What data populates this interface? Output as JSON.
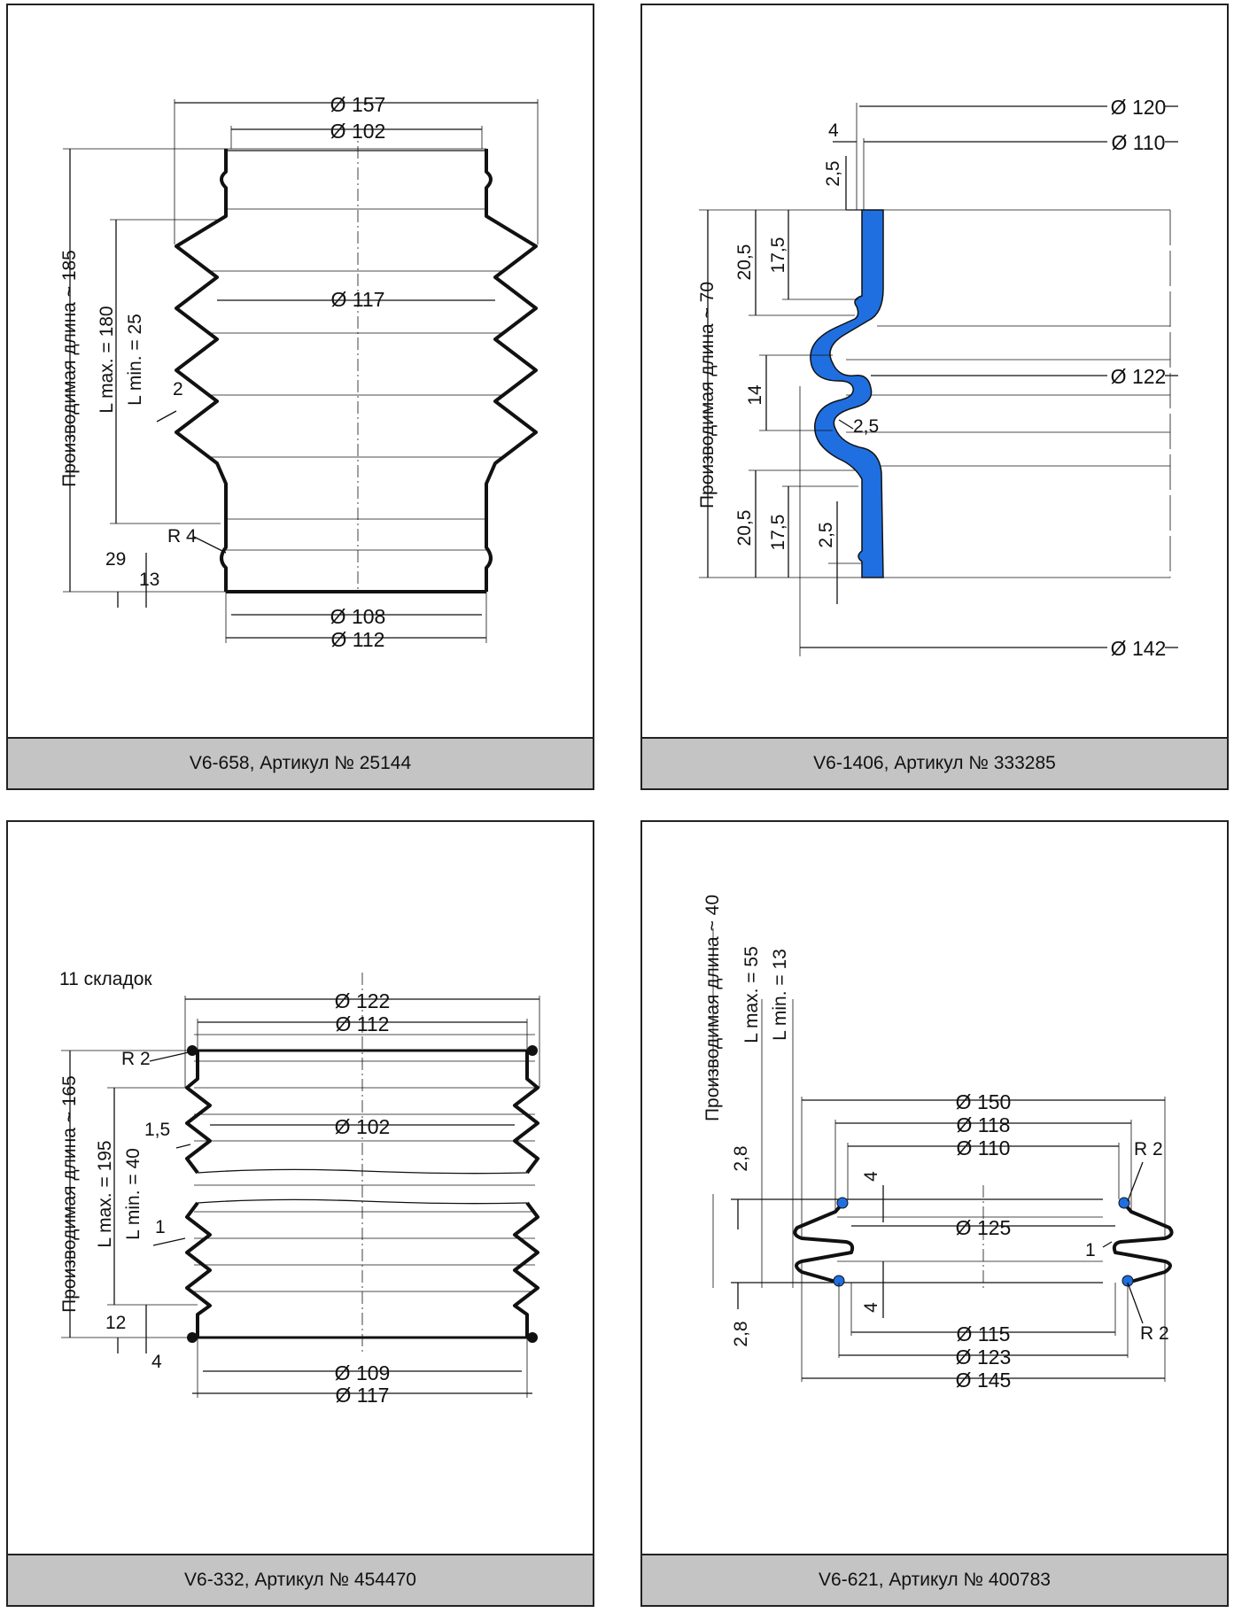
{
  "panels": [
    {
      "caption": "V6-658, Артикул № 25144",
      "labels": {
        "d157": "Ø 157",
        "d102": "Ø 102",
        "d117": "Ø 117",
        "d108": "Ø 108",
        "d112": "Ø 112",
        "length": "Производимая длина ~ 185",
        "lmax": "L max. = 180",
        "lmin": "L min. = 25",
        "wall": "2",
        "radius": "R 4",
        "h29": "29",
        "h13": "13"
      }
    },
    {
      "caption": "V6-1406, Артикул № 333285",
      "labels": {
        "d120": "Ø 120",
        "d110": "Ø 110",
        "d122": "Ø 122",
        "d142": "Ø 142",
        "t4": "4",
        "t25a": "2,5",
        "h205a": "20,5",
        "h175a": "17,5",
        "length": "Производимая длина ~ 70",
        "h14": "14",
        "r25": "2,5",
        "h205b": "20,5",
        "h175b": "17,5",
        "t25b": "2,5"
      }
    },
    {
      "caption": "V6-332, Артикул № 454470",
      "labels": {
        "folds": "11 складок",
        "d122": "Ø 122",
        "d112": "Ø 112",
        "d102": "Ø 102",
        "d109": "Ø 109",
        "d117": "Ø 117",
        "radius": "R 2",
        "length": "Производимая длина ~ 165",
        "lmax": "L max. = 195",
        "lmin": "L min. = 40",
        "t15": "1,5",
        "t1": "1",
        "h12": "12",
        "h4": "4"
      }
    },
    {
      "caption": "V6-621, Артикул № 400783",
      "labels": {
        "length": "Производимая длина ~ 40",
        "lmax": "L max. = 55",
        "lmin": "L min. = 13",
        "d150": "Ø 150",
        "d118": "Ø 118",
        "d110": "Ø 110",
        "d125": "Ø 125",
        "d115": "Ø 115",
        "d123": "Ø 123",
        "d145": "Ø 145",
        "r2a": "R 2",
        "r2b": "R 2",
        "t28a": "2,8",
        "t28b": "2,8",
        "h4a": "4",
        "h4b": "4",
        "t1": "1"
      }
    }
  ],
  "colors": {
    "accent": "#1f6fe0",
    "caption_bg": "#c4c4c4",
    "line": "#111111"
  }
}
